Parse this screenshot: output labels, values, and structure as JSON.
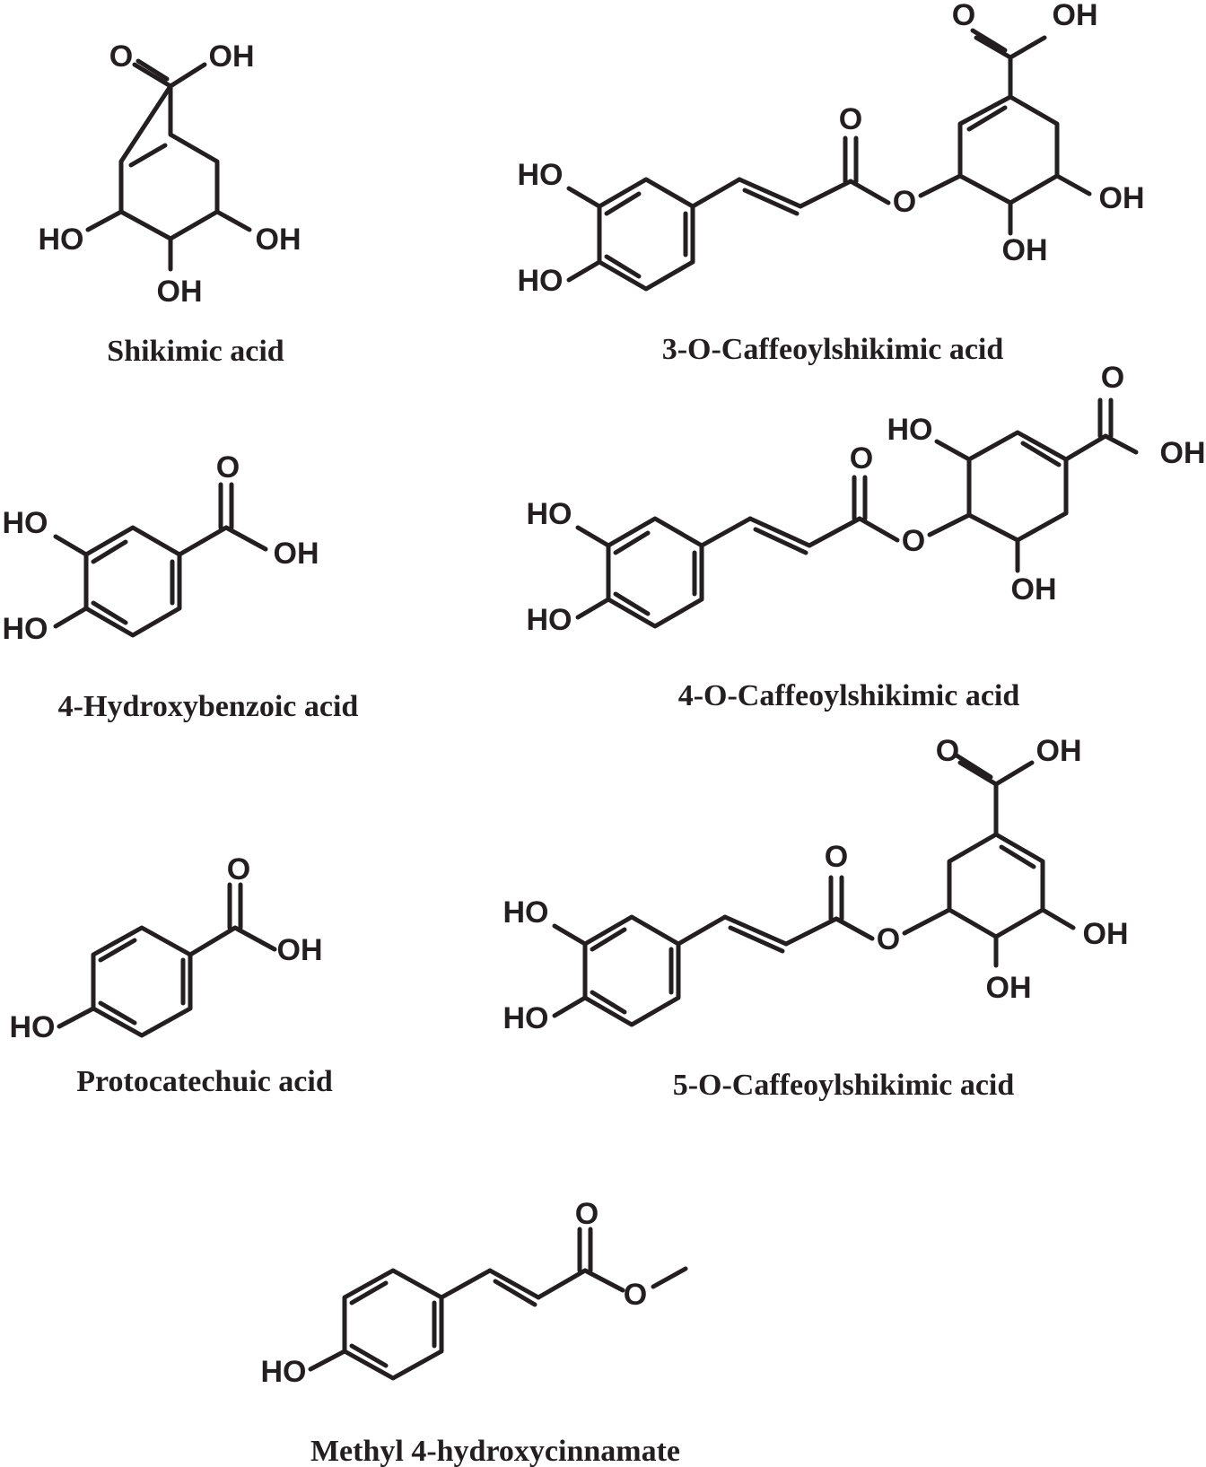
{
  "compounds": [
    {
      "key": "shikimic",
      "name": "Shikimic acid"
    },
    {
      "key": "c3",
      "name": "3-O-Caffeoylshikimic acid"
    },
    {
      "key": "hba",
      "name": "4-Hydroxybenzoic acid"
    },
    {
      "key": "c4",
      "name": "4-O-Caffeoylshikimic acid"
    },
    {
      "key": "pca",
      "name": "Protocatechuic acid"
    },
    {
      "key": "c5",
      "name": "5-O-Caffeoylshikimic acid"
    },
    {
      "key": "mhc",
      "name": "Methyl 4-hydroxycinnamate"
    }
  ],
  "atoms": {
    "O": "O",
    "OH": "OH",
    "HO": "HO"
  }
}
